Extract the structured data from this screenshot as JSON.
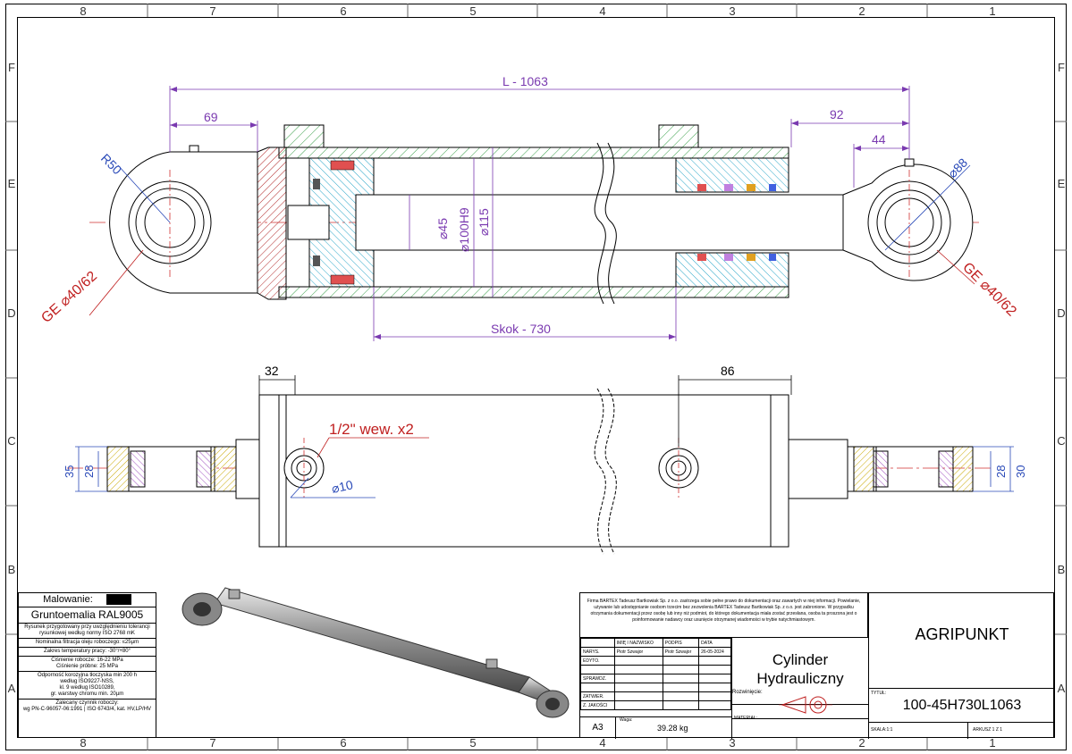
{
  "drawing": {
    "columns": [
      "8",
      "7",
      "6",
      "5",
      "4",
      "3",
      "2",
      "1"
    ],
    "rows": [
      "F",
      "E",
      "D",
      "C",
      "B",
      "A"
    ]
  },
  "dimensions": {
    "length": "L - 1063",
    "eye_offset_left": "69",
    "eye_offset_right": "92",
    "eye_radius": "R50",
    "port_offset_right": "44",
    "outer_dia_right": "⌀88",
    "bearing_left": "GE ⌀40/62",
    "bearing_right": "GE ⌀40/62",
    "rod_dia": "⌀45",
    "bore_dia": "⌀100H9",
    "tube_dia": "⌀115",
    "stroke": "Skok - 730",
    "port_distance_left": "32",
    "port_distance_right": "86",
    "ports": "1/2\" wew. x2",
    "port_dia": "⌀10",
    "eye_width_left_outer": "35",
    "eye_width_left_inner": "28",
    "eye_width_right_inner": "28",
    "eye_width_right_outer": "30"
  },
  "notes": {
    "painting_label": "Malowanie:",
    "paint": "Gruntoemalia RAL9005",
    "line1": "Rysunek przygotowany przy uwzględnieniu tolerancji rysunkowej według normy ISO 2768 mK",
    "line2": "Nominalna filtracja oleju roboczego: ≤25µm",
    "line3": "Zakres temperatury pracy: -30°/+80°",
    "line4a": "Ciśnienie robocze: 16-22 MPa",
    "line4b": "Ciśnienie próbne: 25 MPa",
    "line5a": "Odporność korozyjna tłoczyska min 200 h",
    "line5b": "według ISO9227-NSS,",
    "line5c": "kl. 9 według ISO10289,",
    "line5d": "gr. warstwy chromu min. 20µm",
    "line6a": "Zalecany czynnik roboczy:",
    "line6b": "wg PN-C-96057-06:1991 | ISO 6743/4, kat. HV,LP/HV"
  },
  "titleblock": {
    "copyright": "Firma BARTEX Tadeusz Bartkowiak Sp. z o.o. zastrzega sobie pełne prawo do dokumentacji oraz zawartych w niej informacji. Powielanie, używanie lub udostępnianie osobom trzecim bez zezwolenia BARTEX Tadeusz Bartkowiak Sp. z o.o. jest zabronione. W przypadku otrzymania dokumentacji przez osobę lub inny niż podmiot, do którego dokumentacja miała zostać przesłana, osoba ta proszona jest o poinformowanie nadawcy oraz usunięcie otrzymanej wiadomości w trybie natychmiastowym.",
    "col_name": "IMIĘ I NAZWISKO",
    "col_sign": "PODPIS",
    "col_date": "DATA",
    "r_draw": "NARYS.",
    "r_edit": "EDYTO.",
    "r_check": "SPRAWDZ.",
    "r_approve": "ZATWIER.",
    "r_quality": "Z. JAKOŚCI",
    "author": "Piotr Szwajor",
    "author_sign": "Piotr Szwajor",
    "date": "26-05-2024",
    "part_name_1": "Cylinder",
    "part_name_2": "Hydrauliczny",
    "company": "AGRIPUNKT",
    "finish_label": "Rozwinięcie:",
    "material_label": "MATERIAŁ:",
    "title_label": "TYTUŁ:",
    "title_value": "100-45H730L1063",
    "size": "A3",
    "weight_label": "Waga:",
    "weight": "39.28 kg",
    "scale": "SKALA:1:1",
    "sheet": "ARKUSZ 1 Z 1"
  }
}
